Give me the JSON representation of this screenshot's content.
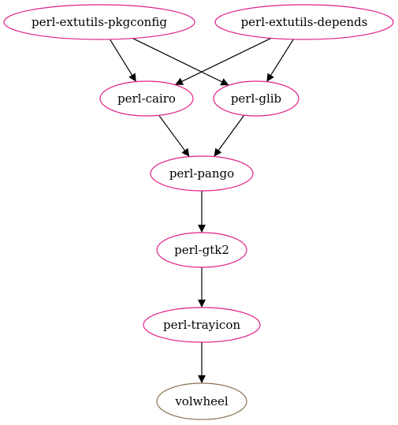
{
  "graph": {
    "node_color": "#e0218a",
    "leaf_color": "#8b7355",
    "edge_color": "#000000",
    "nodes": [
      {
        "id": "pkgconfig",
        "label": "perl-extutils-pkgconfig"
      },
      {
        "id": "depends",
        "label": "perl-extutils-depends"
      },
      {
        "id": "cairo",
        "label": "perl-cairo"
      },
      {
        "id": "glib",
        "label": "perl-glib"
      },
      {
        "id": "pango",
        "label": "perl-pango"
      },
      {
        "id": "gtk2",
        "label": "perl-gtk2"
      },
      {
        "id": "trayicon",
        "label": "perl-trayicon"
      },
      {
        "id": "volwheel",
        "label": "volwheel"
      }
    ],
    "edges": [
      {
        "from": "pkgconfig",
        "to": "cairo"
      },
      {
        "from": "pkgconfig",
        "to": "glib"
      },
      {
        "from": "depends",
        "to": "cairo"
      },
      {
        "from": "depends",
        "to": "glib"
      },
      {
        "from": "cairo",
        "to": "pango"
      },
      {
        "from": "glib",
        "to": "pango"
      },
      {
        "from": "pango",
        "to": "gtk2"
      },
      {
        "from": "gtk2",
        "to": "trayicon"
      },
      {
        "from": "trayicon",
        "to": "volwheel"
      }
    ]
  }
}
